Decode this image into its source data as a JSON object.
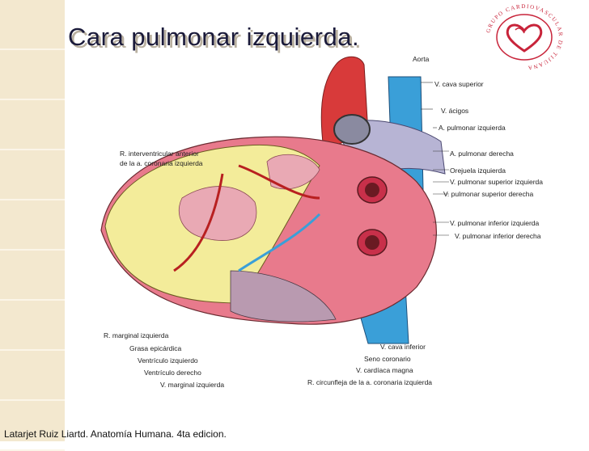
{
  "title": "Cara pulmonar izquierda.",
  "credit": "Latarjet Ruiz Liartd. Anatomía Humana. 4ta edicion.",
  "logo": {
    "ring_text": "GRUPO CARDIOVASCULAR DE TIJUANA",
    "color": "#c8243a"
  },
  "colors": {
    "aorta": "#d83a3a",
    "vena_cava": "#3a9fd8",
    "pulmonary_artery": "#b7b4d4",
    "myocardium": "#e87a8c",
    "fat": "#f3ec9a",
    "ventricle": "#e9a9b4",
    "accent_panel": "#f3e8cf"
  },
  "labels_right": {
    "aorta": "Aorta",
    "vcs": "V. cava superior",
    "acigos": "V. ácigos",
    "apulm_izq": "A. pulmonar izquierda",
    "apulm_der": "A. pulmonar derecha",
    "orejuela": "Orejuela izquierda",
    "vpsi": "V. pulmonar superior izquierda",
    "vpsd": "V. pulmonar superior derecha",
    "vpii": "V. pulmonar inferior izquierda",
    "vpid": "V. pulmonar inferior derecha"
  },
  "labels_left_top": {
    "line1": "R. interventricular anterior",
    "line2": "de la a. coronaria izquierda"
  },
  "labels_bottom": {
    "rmarginal": "R. marginal izquierda",
    "grasa": "Grasa epicárdica",
    "vent_izq": "Ventrículo izquierdo",
    "vent_der": "Ventrículo derecho",
    "vmarginal": "V. marginal izquierda",
    "rcirc": "R. circunfleja de la a. coronaria izquierda",
    "vci": "V. cava inferior",
    "seno": "Seno coronario",
    "vcard": "V. cardíaca magna"
  }
}
